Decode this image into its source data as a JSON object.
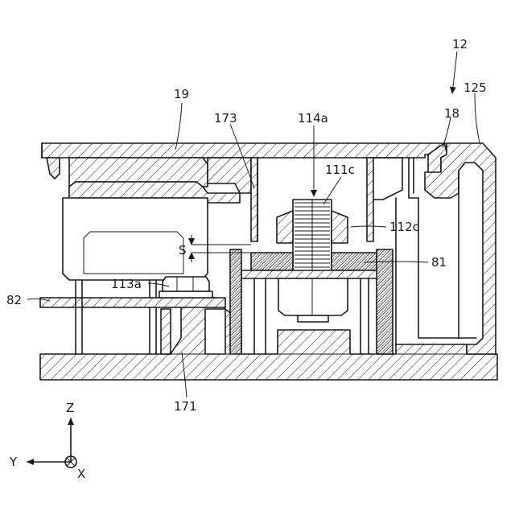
{
  "labels": {
    "assembly": "12",
    "part_125": "125",
    "part_18": "18",
    "part_19": "19",
    "part_173": "173",
    "part_114a": "114a",
    "part_111c": "111c",
    "part_112c": "112c",
    "part_81": "81",
    "gap_s": "S",
    "part_113a": "113a",
    "part_82": "82",
    "part_171": "171"
  },
  "axes": {
    "z": "Z",
    "y": "Y",
    "x": "X"
  }
}
